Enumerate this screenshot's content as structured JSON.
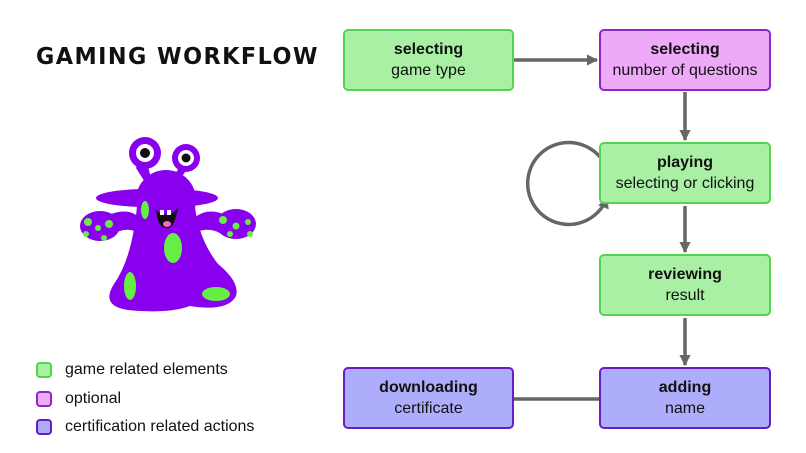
{
  "title": "GAMING WORKFLOW",
  "colors": {
    "game": "#a9f0a5",
    "game_border": "#52d54c",
    "optional": "#eeaaf9",
    "optional_border": "#8e27c9",
    "certification": "#aeadfb",
    "certification_border": "#6a1bc4",
    "arrow": "#666666",
    "monster_body": "#8800ee",
    "monster_spots": "#66ee44"
  },
  "nodes": [
    {
      "id": "select-game-type",
      "bold": "selecting",
      "text": "game type",
      "category": "game"
    },
    {
      "id": "select-questions",
      "bold": "selecting",
      "text": "number of questions",
      "category": "optional"
    },
    {
      "id": "playing",
      "bold": "playing",
      "text": "selecting or clicking",
      "category": "game"
    },
    {
      "id": "reviewing",
      "bold": "reviewing",
      "text": "result",
      "category": "game"
    },
    {
      "id": "adding-name",
      "bold": "adding",
      "text": "name",
      "category": "certification"
    },
    {
      "id": "downloading",
      "bold": "downloading",
      "text": "certificate",
      "category": "certification"
    }
  ],
  "edges": [
    [
      "select-game-type",
      "select-questions"
    ],
    [
      "select-questions",
      "playing"
    ],
    [
      "playing",
      "playing"
    ],
    [
      "playing",
      "reviewing"
    ],
    [
      "reviewing",
      "adding-name"
    ],
    [
      "adding-name",
      "downloading"
    ]
  ],
  "legend": [
    {
      "label": "game related elements",
      "category": "game"
    },
    {
      "label": "optional",
      "category": "optional"
    },
    {
      "label": "certification related actions",
      "category": "certification"
    }
  ]
}
